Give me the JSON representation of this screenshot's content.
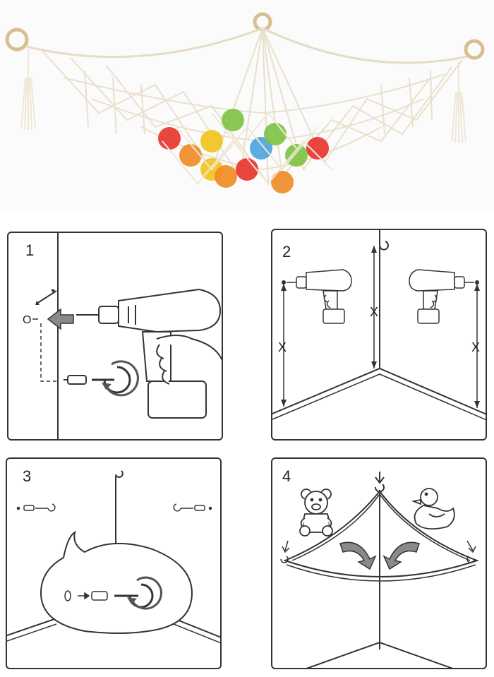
{
  "steps": [
    {
      "number": "1",
      "labels": {
        "offset": "O"
      }
    },
    {
      "number": "2",
      "labels": {
        "distance_left": "X",
        "distance_center": "X",
        "distance_right": "X"
      }
    },
    {
      "number": "3"
    },
    {
      "number": "4"
    }
  ],
  "colors": {
    "rope": "#efe7d6",
    "ring": "#d9bf8f",
    "line": "#333333",
    "arrow_fill": "#8a8a8a"
  },
  "hero": {
    "balls": [
      {
        "color": "#e8322b"
      },
      {
        "color": "#f08a24"
      },
      {
        "color": "#7cc242"
      },
      {
        "color": "#f2c31c"
      },
      {
        "color": "#e8322b"
      },
      {
        "color": "#4aa3df"
      },
      {
        "color": "#f08a24"
      },
      {
        "color": "#7cc242"
      },
      {
        "color": "#e8322b"
      },
      {
        "color": "#f2c31c"
      },
      {
        "color": "#f08a24"
      },
      {
        "color": "#7cc242"
      }
    ]
  }
}
